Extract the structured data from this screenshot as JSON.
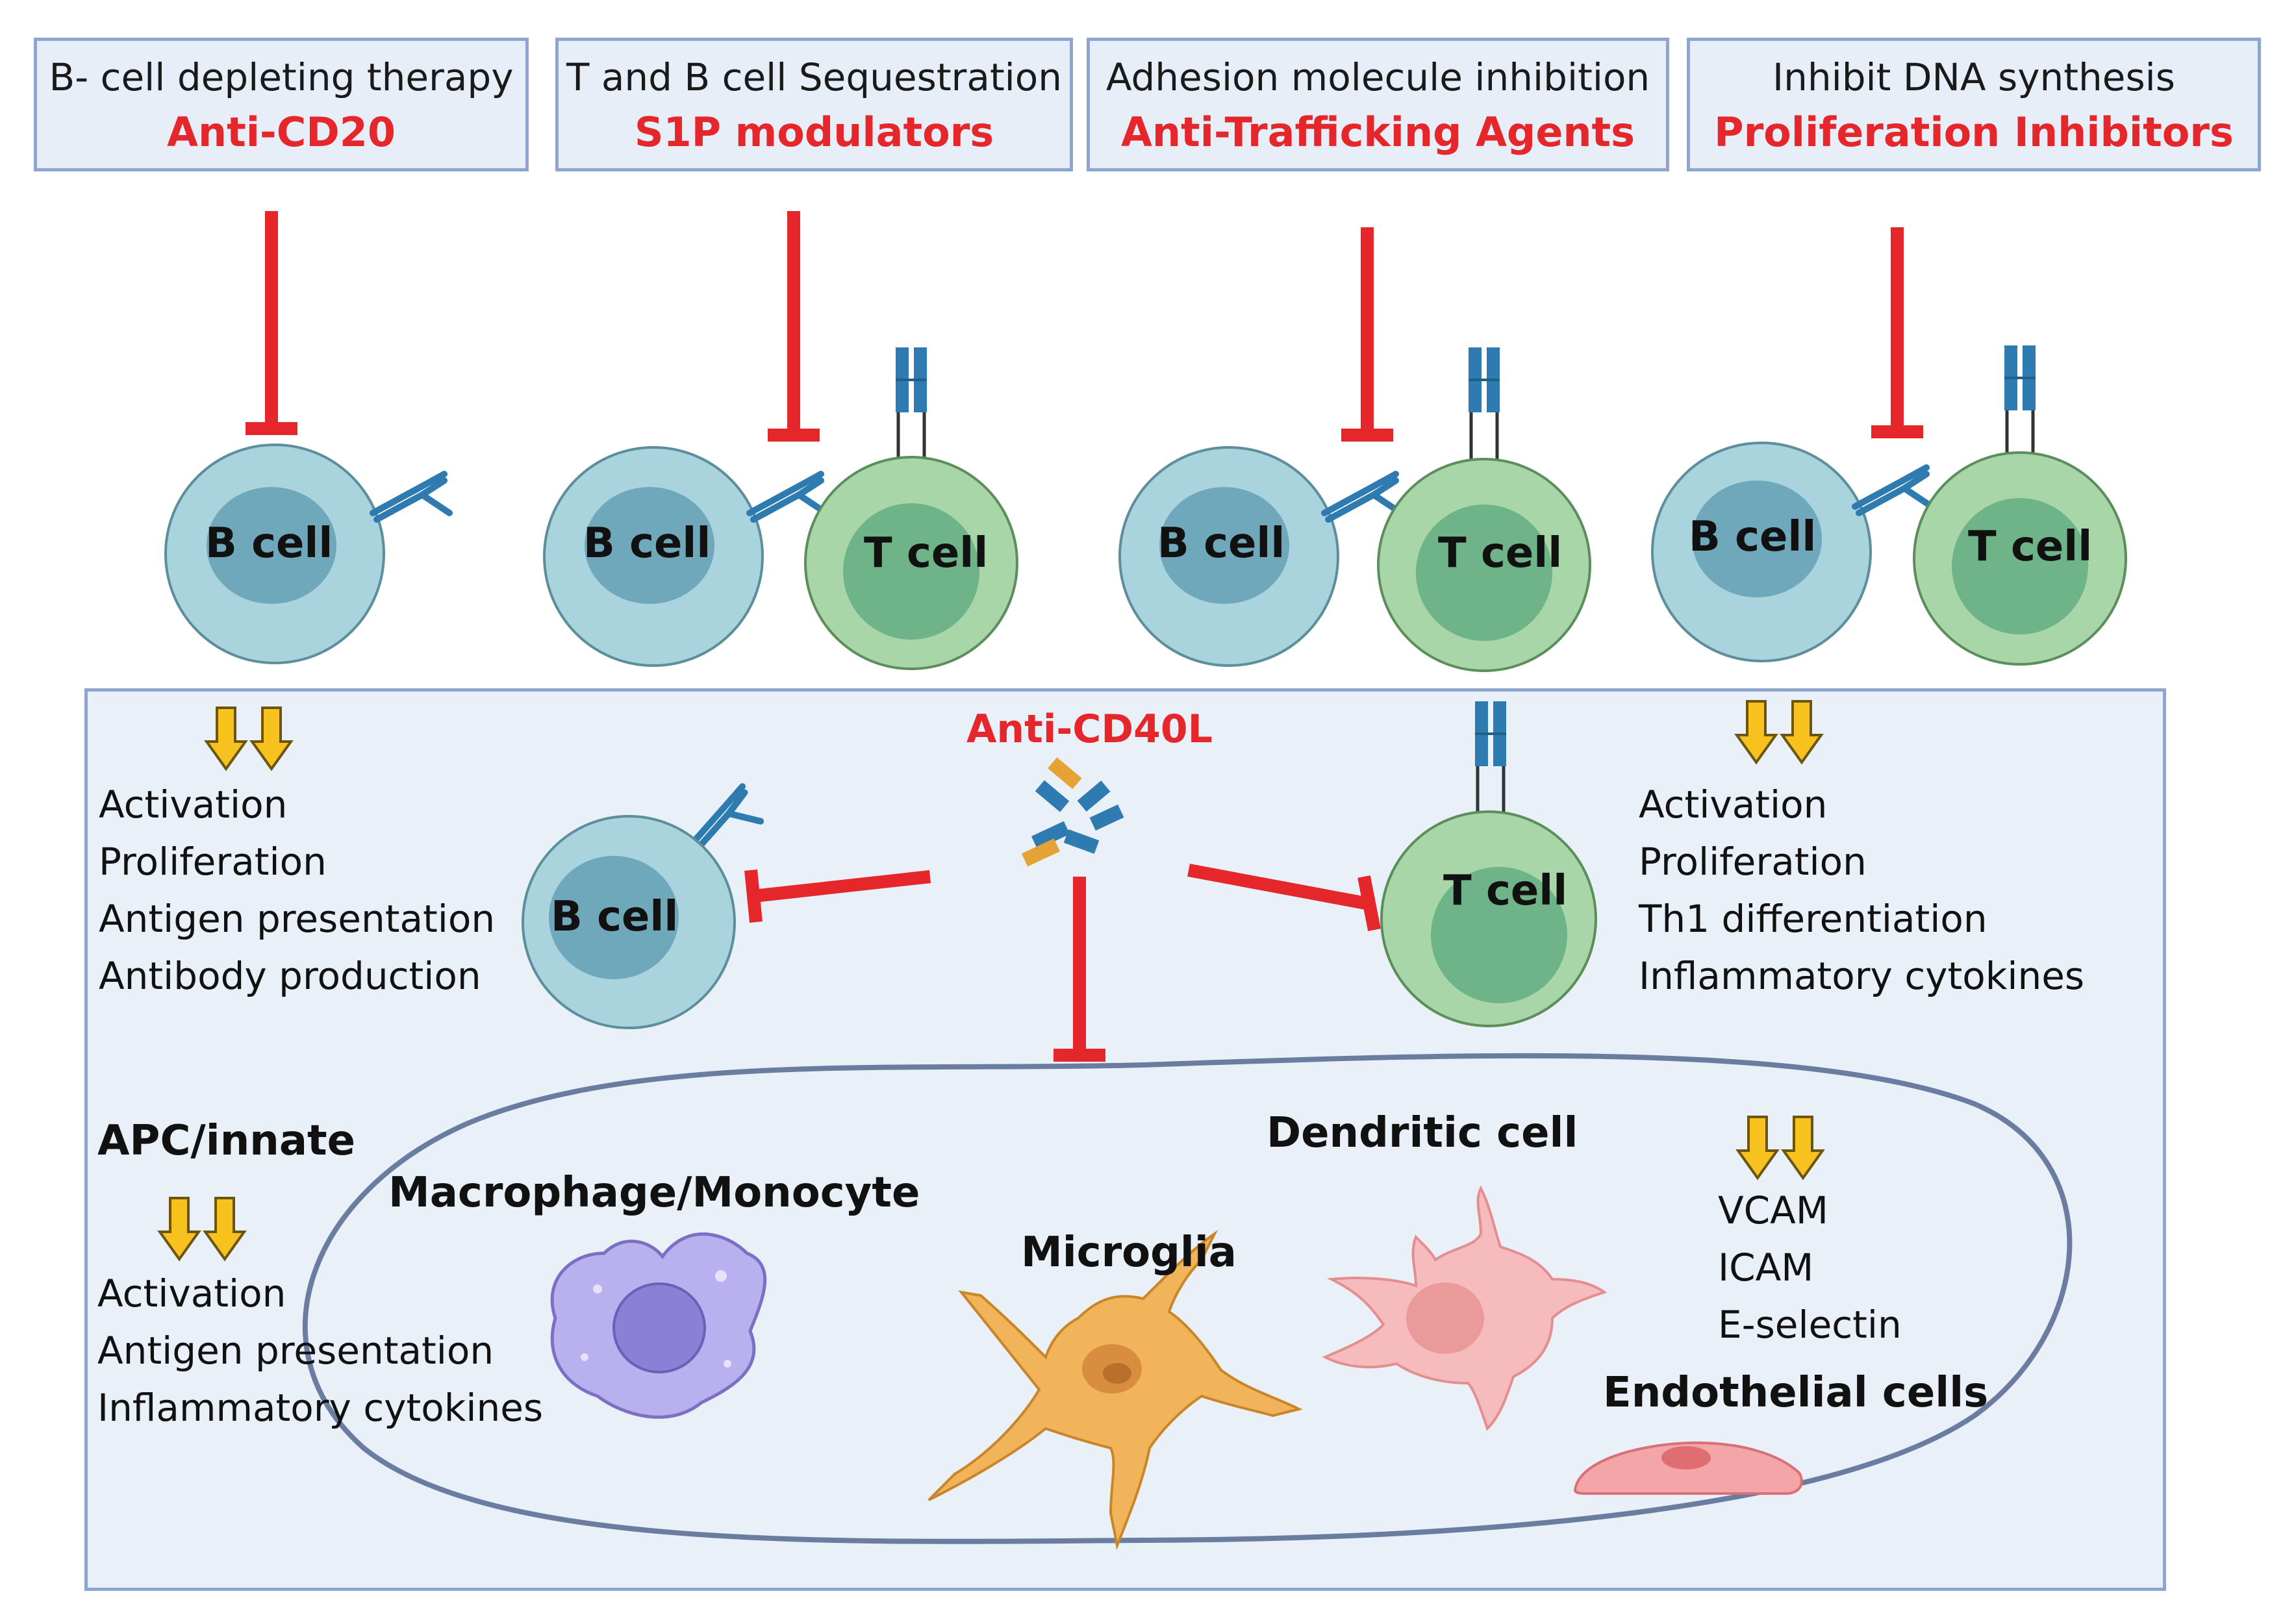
{
  "therapies": [
    {
      "mechanism": "B- cell depleting therapy",
      "name": "Anti-CD20"
    },
    {
      "mechanism": "T and B cell Sequestration",
      "name": "S1P modulators"
    },
    {
      "mechanism": "Adhesion molecule inhibition",
      "name": "Anti-Trafficking Agents"
    },
    {
      "mechanism": "Inhibit DNA  synthesis",
      "name": "Proliferation Inhibitors"
    }
  ],
  "cells": {
    "b_cell": "B cell",
    "t_cell": "T cell"
  },
  "center": {
    "drug": "Anti-CD40L"
  },
  "b_effects": [
    "Activation",
    "Proliferation",
    "Antigen presentation",
    "Antibody production"
  ],
  "t_effects": [
    "Activation",
    "Proliferation",
    "Th1 differentiation",
    "Inflammatory cytokines"
  ],
  "apc": {
    "title": "APC/innate",
    "effects": [
      "Activation",
      "Antigen presentation",
      "Inflammatory cytokines"
    ]
  },
  "innate_cells": {
    "macrophage": "Macrophage/Monocyte",
    "microglia": "Microglia",
    "dendritic": "Dendritic cell",
    "endothelial": "Endothelial cells"
  },
  "endothelial_effects": [
    "VCAM",
    "ICAM",
    "E-selectin"
  ],
  "colors": {
    "inhibit_red": "#e5262b",
    "box_fill": "#e8eef8",
    "box_border": "#8ea5cf",
    "b_cell_outer": "#a9d4dd",
    "b_cell_nucleus": "#6fa7bb",
    "t_cell_outer": "#a9d6a9",
    "t_cell_nucleus": "#6fb389",
    "down_arrow": "#f7c21d",
    "receptor_blue": "#2d7bb0"
  }
}
